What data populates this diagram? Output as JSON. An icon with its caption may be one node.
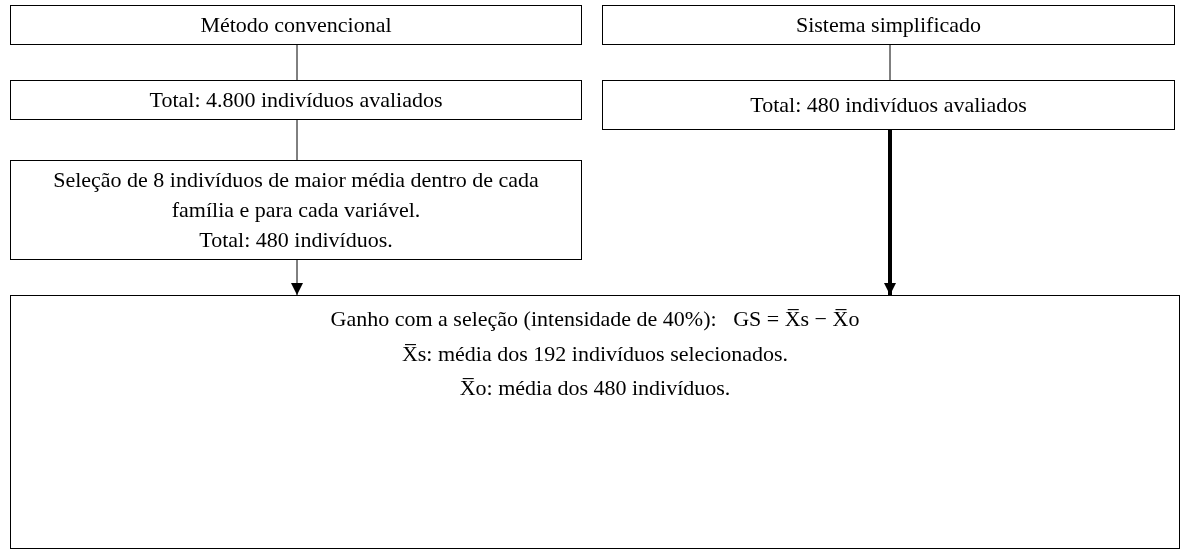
{
  "diagram": {
    "nodes": [
      {
        "text": [
          "Método convencional"
        ]
      },
      {
        "text": [
          "Sistema simplificado"
        ]
      },
      {
        "text": [
          "Total: 4.800 indivíduos avaliados"
        ]
      },
      {
        "text": [
          "Total: 480 indivíduos avaliados"
        ]
      },
      {
        "text": [
          "Seleção de 8 indivíduos de maior média dentro de cada família e para cada variável.",
          "Total: 480 indivíduos."
        ]
      },
      {
        "text": [
          "Ganho com a seleção (intensidade de 40%):   GS = X̅s − X̅o",
          "X̅s: média dos 192 indivíduos selecionados.",
          "X̅o: média dos 480 indivíduos."
        ]
      }
    ],
    "edges": [
      {
        "from": 0,
        "to": 2,
        "arrow": "none"
      },
      {
        "from": 2,
        "to": 4,
        "arrow": "none"
      },
      {
        "from": 1,
        "to": 3,
        "arrow": "none"
      },
      {
        "from": 4,
        "to": 5,
        "arrow": "to"
      },
      {
        "from": 3,
        "to": 5,
        "arrow": "to",
        "style": "thick"
      }
    ]
  }
}
